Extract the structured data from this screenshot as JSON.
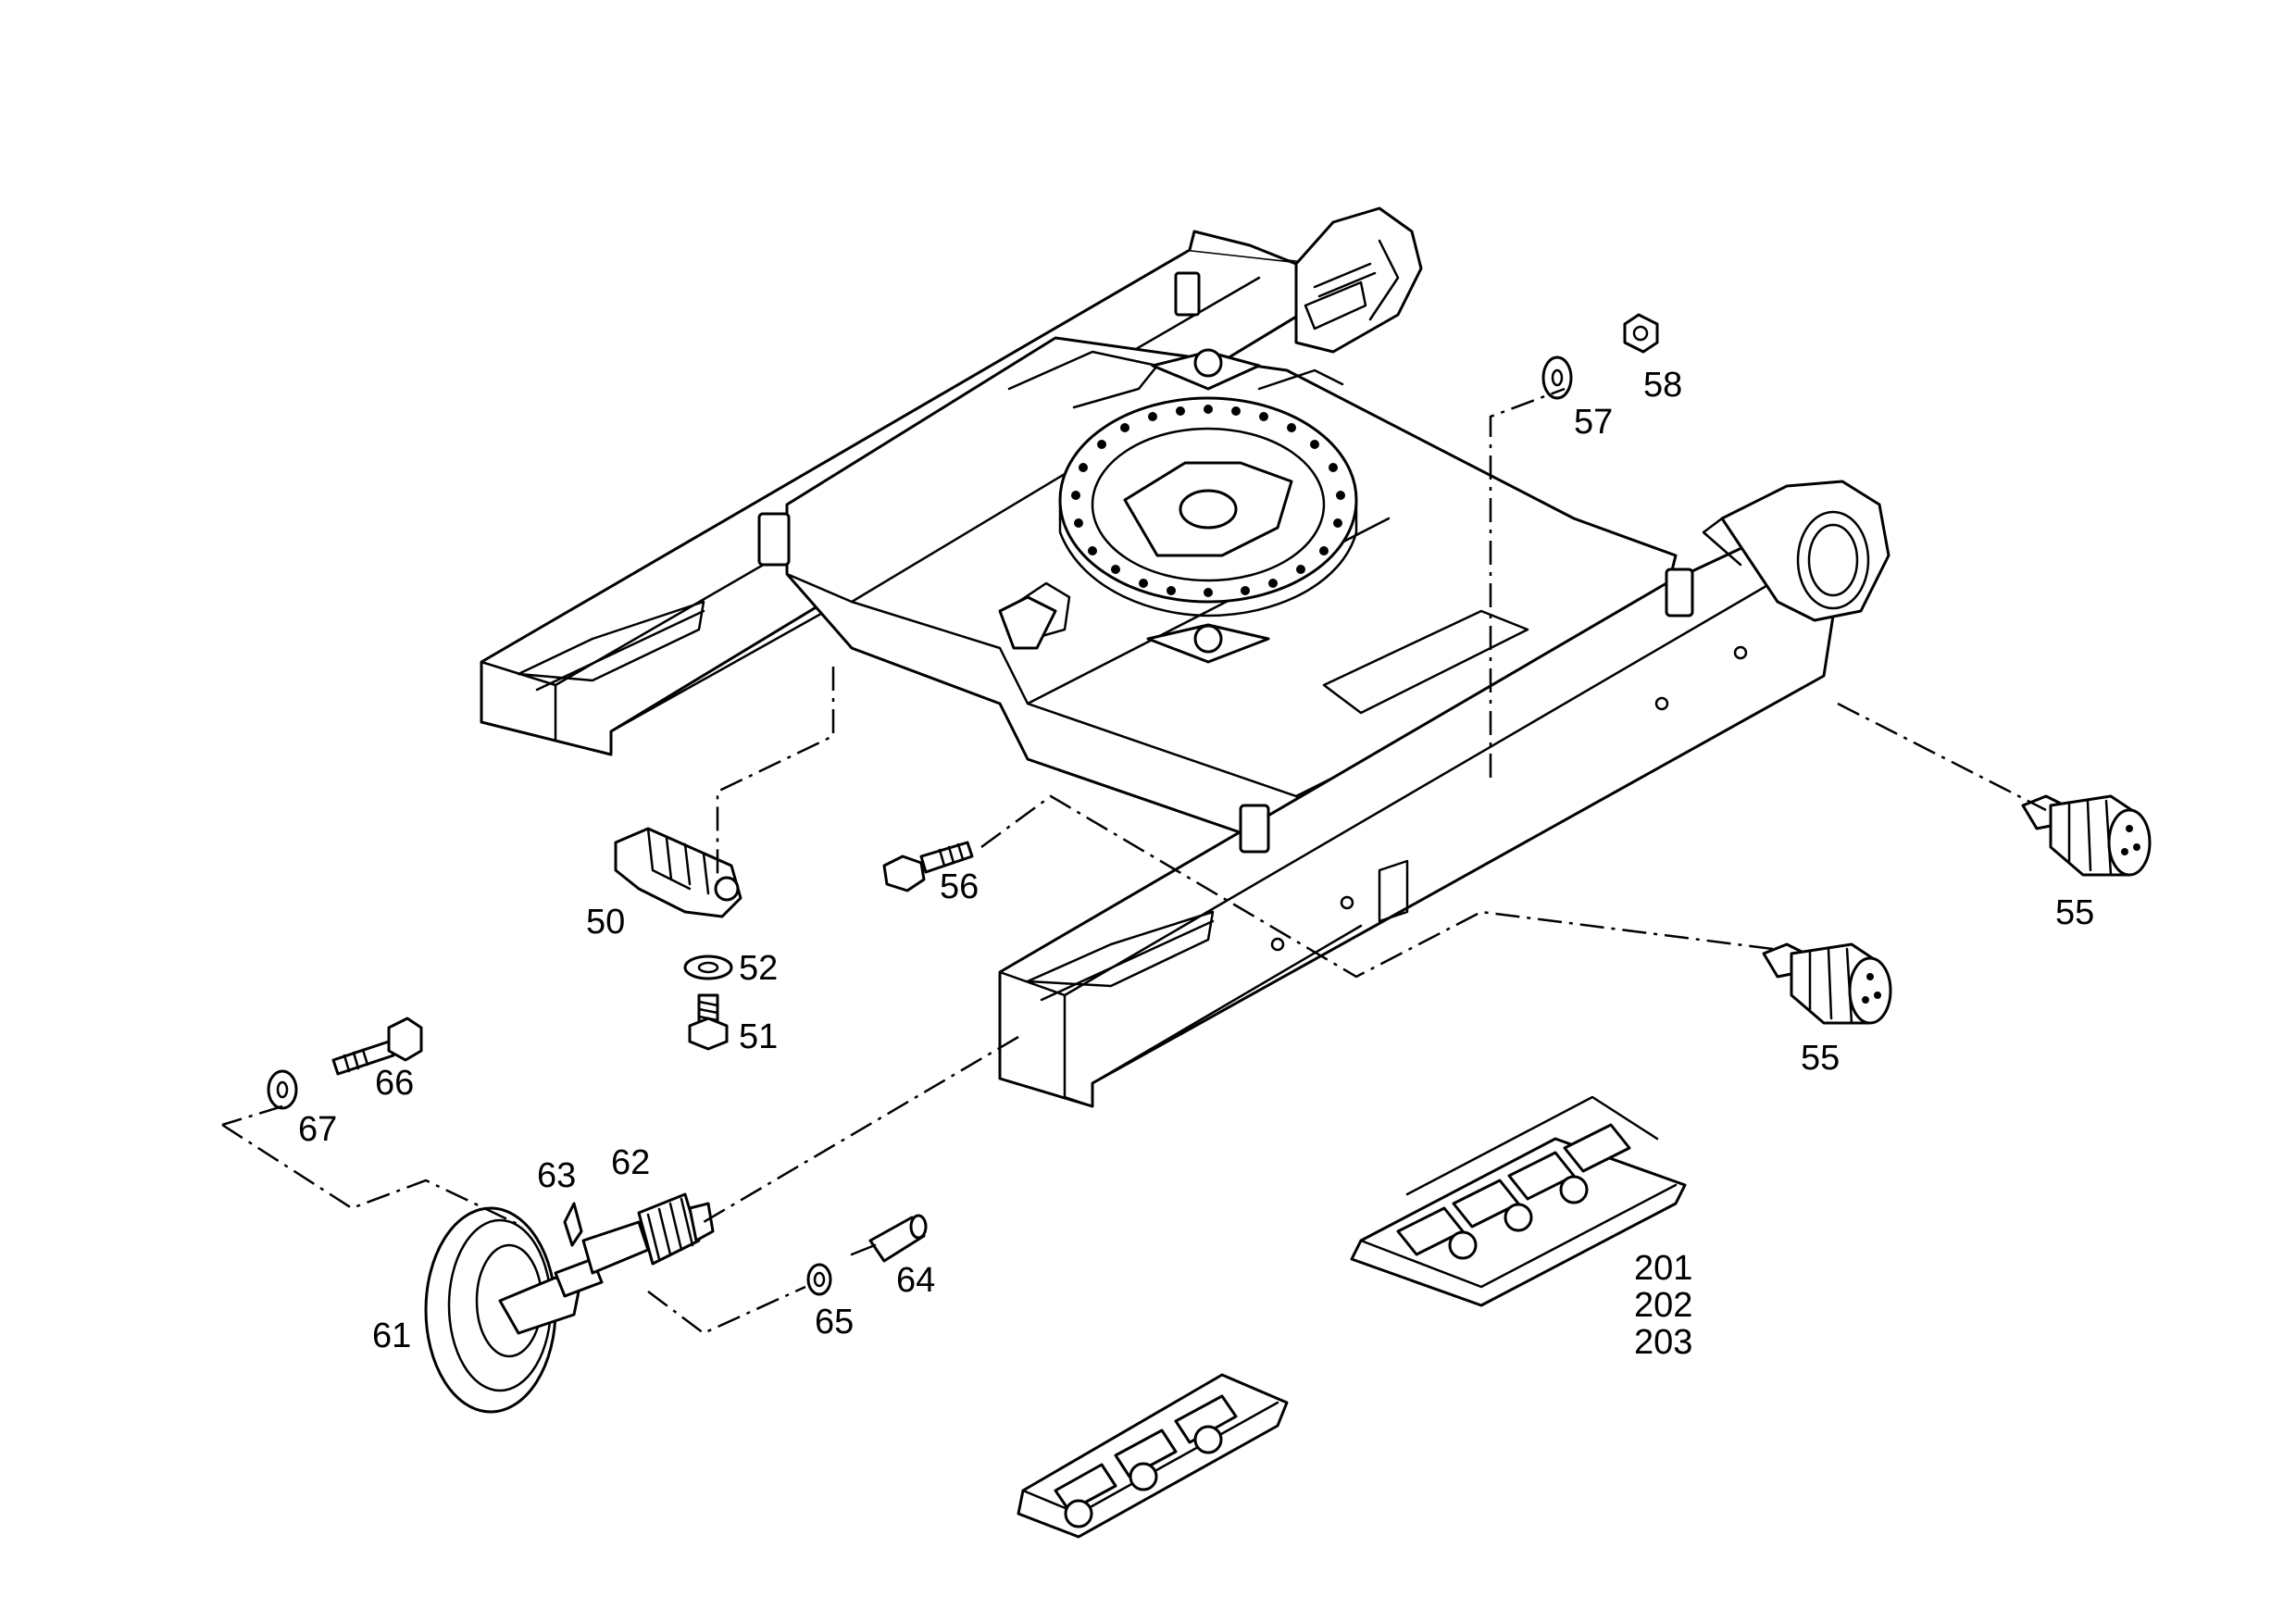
{
  "colors": {
    "line": "#000000",
    "background": "#ffffff"
  },
  "callouts": {
    "c50": "50",
    "c51": "51",
    "c52": "52",
    "c55a": "55",
    "c55b": "55",
    "c56": "56",
    "c57": "57",
    "c58": "58",
    "c61": "61",
    "c62": "62",
    "c63": "63",
    "c64": "64",
    "c65": "65",
    "c66": "66",
    "c67": "67",
    "c201": "201",
    "c202": "202",
    "c203": "203"
  }
}
